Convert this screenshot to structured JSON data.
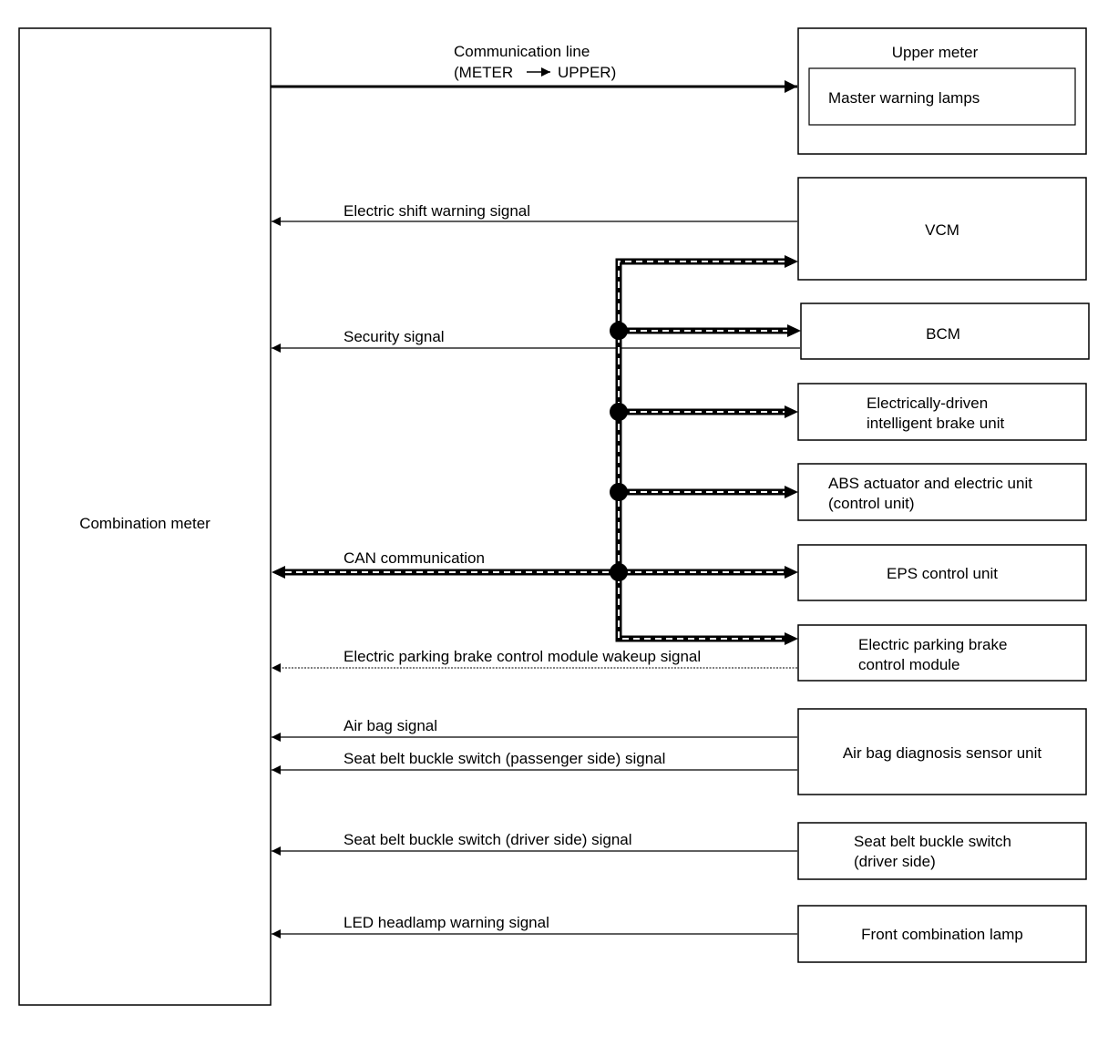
{
  "left_box": {
    "label": "Combination meter"
  },
  "comm_line": {
    "line1": "Communication line",
    "line2_left": "(METER",
    "line2_right": "UPPER)"
  },
  "upper_meter": {
    "title": "Upper meter",
    "inner": "Master warning lamps"
  },
  "units": {
    "vcm": "VCM",
    "bcm": "BCM",
    "brake_unit": [
      "Electrically-driven",
      "intelligent brake unit"
    ],
    "abs": [
      "ABS actuator and electric unit",
      "(control unit)"
    ],
    "eps": "EPS control unit",
    "epb": [
      "Electric parking brake",
      "control module"
    ],
    "airbag": "Air bag diagnosis sensor unit",
    "seatbelt": [
      "Seat belt buckle switch",
      "(driver side)"
    ],
    "front_lamp": "Front combination lamp"
  },
  "signals": {
    "shift": "Electric shift warning signal",
    "security": "Security signal",
    "can": "CAN communication",
    "epb_wakeup": "Electric parking brake control module wakeup signal",
    "airbag": "Air bag signal",
    "seatbelt_pass": "Seat belt buckle switch (passenger side) signal",
    "seatbelt_driver": "Seat belt buckle switch (driver side) signal",
    "led": "LED headlamp warning signal"
  }
}
